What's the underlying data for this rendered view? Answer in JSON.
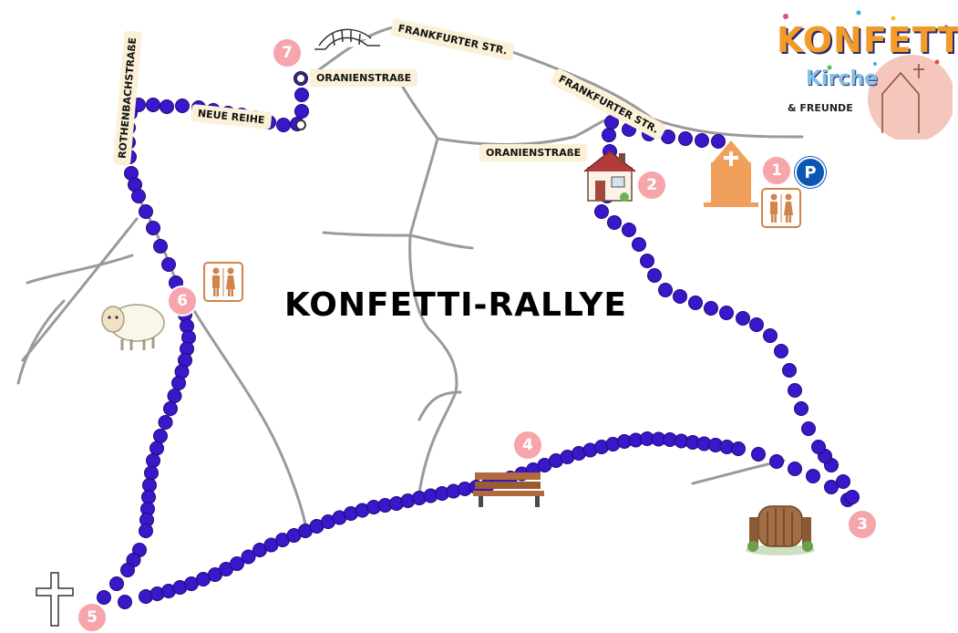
{
  "map_title": "KONFETTI-RALLYE",
  "logo": {
    "brand": "KONFETTI",
    "subtitle": "Kirche",
    "tagline": "& FREUNDE"
  },
  "streets": [
    {
      "id": "frankfurter-1",
      "label": "FRANKFURTER STR."
    },
    {
      "id": "frankfurter-2",
      "label": "FRANKFURTER STR."
    },
    {
      "id": "oranien-1",
      "label": "ORANIENSTRAßE"
    },
    {
      "id": "oranien-2",
      "label": "ORANIENSTRAßE"
    },
    {
      "id": "neue-reihe",
      "label": "NEUE REIHE"
    },
    {
      "id": "rothenbach",
      "label": "ROTHENBACHSTRAßE"
    }
  ],
  "stations": [
    {
      "number": "1",
      "icon": "church-icon"
    },
    {
      "number": "2",
      "icon": "house-icon"
    },
    {
      "number": "3",
      "icon": "garden-gate-icon"
    },
    {
      "number": "4",
      "icon": "bench-icon"
    },
    {
      "number": "5",
      "icon": "cross-icon"
    },
    {
      "number": "6",
      "icon": "sheep-icon"
    },
    {
      "number": "7",
      "icon": "bridge-icon"
    }
  ],
  "parking": {
    "label": "P",
    "icon": "parking-icon"
  },
  "toilets": [
    {
      "icon": "toilet-icon"
    },
    {
      "icon": "toilet-icon"
    }
  ],
  "colors": {
    "route": "#3a17c8",
    "station": "#f6a5ab",
    "road": "#9a9a9a",
    "label_bg": "#fbf1d6",
    "church": "#f0a05a",
    "parking": "#0d57b4",
    "toilet": "#d2824b"
  }
}
